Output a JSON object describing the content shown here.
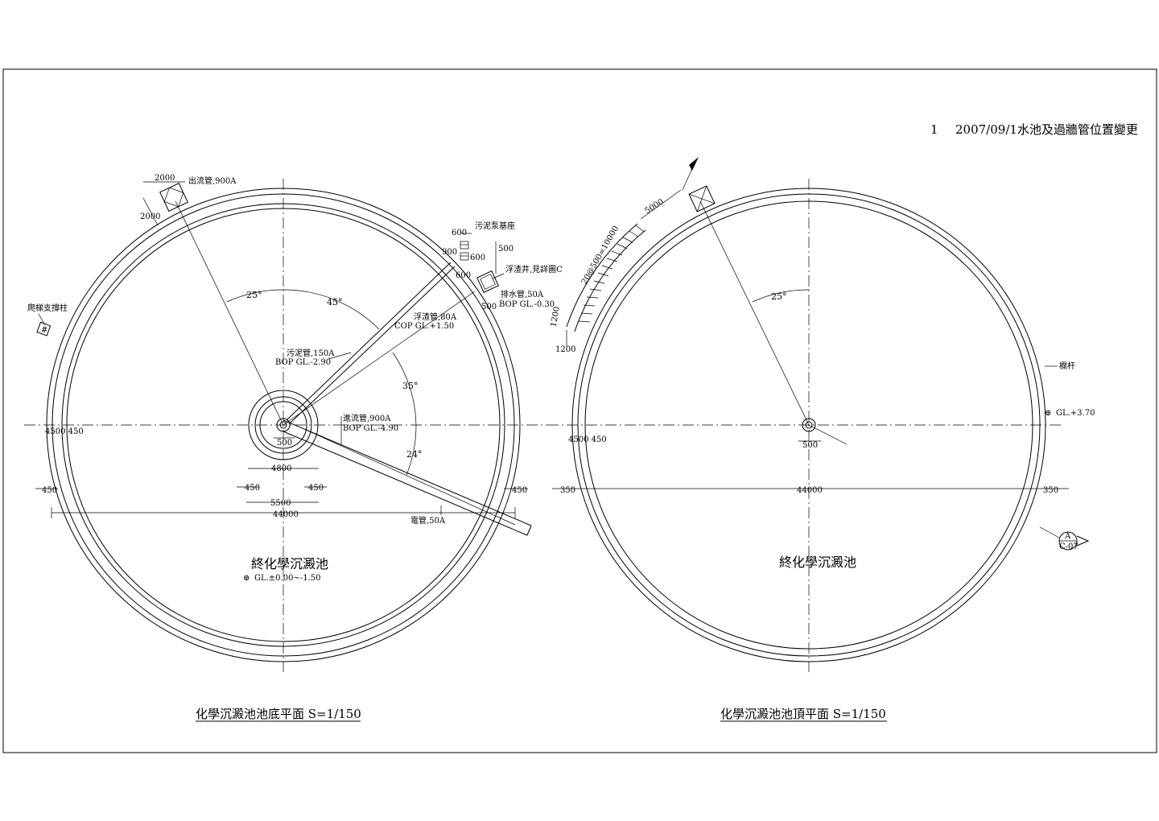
{
  "revision": {
    "number": "1",
    "text": "2007/09/1水池及過牆管位置變更"
  },
  "left_plan": {
    "caption": "化學沉澱池池底平面 S=1/150",
    "tank_name": "終化學沉澱池",
    "level": "GL.±0.00~-1.50",
    "labels": {
      "outlet_pipe": "出流管,900A",
      "dim_2000_top": "2000",
      "dim_2000_side": "2000",
      "ladder_post": "爬梯支撐柱",
      "pump_base": "污泥泵基座",
      "scum_well": "浮渣井,見詳圖C",
      "drain_pipe": "排水管,50A",
      "drain_bop": "BOP GL.-0.30",
      "scum_pipe": "浮渣管,80A",
      "scum_cop": "COP GL.+1.50",
      "sludge_pipe": "污泥管,150A",
      "sludge_bop": "BOP GL.-2.90",
      "inlet_pipe": "進流管,900A",
      "inlet_bop": "BOP GL.-4.90",
      "conduit": "電管,50A",
      "ang_25": "25°",
      "ang_45": "45°",
      "ang_35": "35°",
      "ang_24": "24°",
      "d600_a": "600",
      "d900": "900",
      "d500_a": "500",
      "d600_b": "600",
      "d600_c": "600",
      "d500_b": "500",
      "d500_c": "500",
      "d_left": "4500 450",
      "d500_center": "500",
      "d4800": "4800",
      "d450_a": "450",
      "d450_b": "450",
      "d5500": "5500",
      "d450_l": "450",
      "d450_r": "450",
      "d44000": "44000"
    }
  },
  "right_plan": {
    "caption": "化學沉澱池池頂平面 S=1/150",
    "tank_name": "終化學沉澱池",
    "labels": {
      "d5000": "5000",
      "stair": "20@500=10000",
      "d1200_a": "1200",
      "d1200_b": "1200",
      "ang_25": "25°",
      "railing": "欄杆",
      "level": "GL.+3.70",
      "d_left": "4500 450",
      "d500_center": "500",
      "d350_l": "350",
      "d350_r": "350",
      "d44000": "44000",
      "section_letter": "A",
      "section_sheet": "C-07"
    }
  }
}
